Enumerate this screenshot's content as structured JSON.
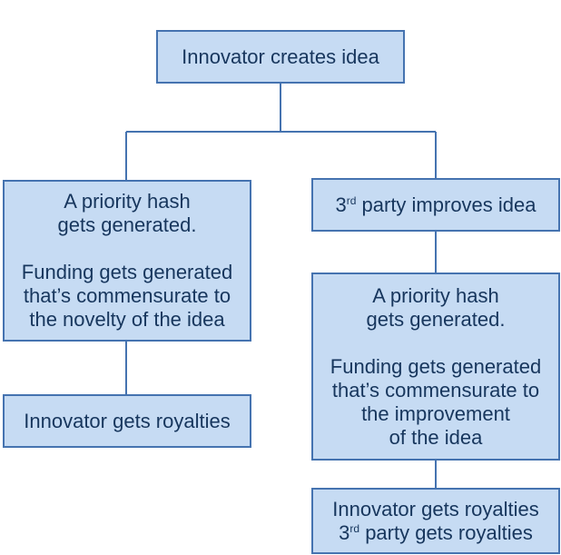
{
  "diagram": {
    "root": {
      "text": "Innovator creates idea"
    },
    "left_branch": {
      "hash_box": {
        "lines": [
          "A priority hash",
          "gets generated.",
          "Funding gets generated",
          "that’s commensurate to",
          "the novelty of the idea"
        ]
      },
      "royalty_box": {
        "text": "Innovator gets royalties"
      }
    },
    "right_branch": {
      "improve_box": {
        "ordinal_number": "3",
        "ordinal_suffix": "rd",
        "text": " party improves idea"
      },
      "hash_box": {
        "lines": [
          "A priority hash",
          "gets generated.",
          "Funding gets generated",
          "that’s commensurate to",
          "the improvement",
          "of the idea"
        ]
      },
      "royalty_box": {
        "line1": "Innovator gets royalties",
        "ordinal_number": "3",
        "ordinal_suffix": "rd",
        "line2": " party gets royalties"
      }
    },
    "colors": {
      "box_fill": "#c6dbf3",
      "box_border": "#4573b0",
      "connector": "#4573b0",
      "text": "#17365d"
    }
  }
}
